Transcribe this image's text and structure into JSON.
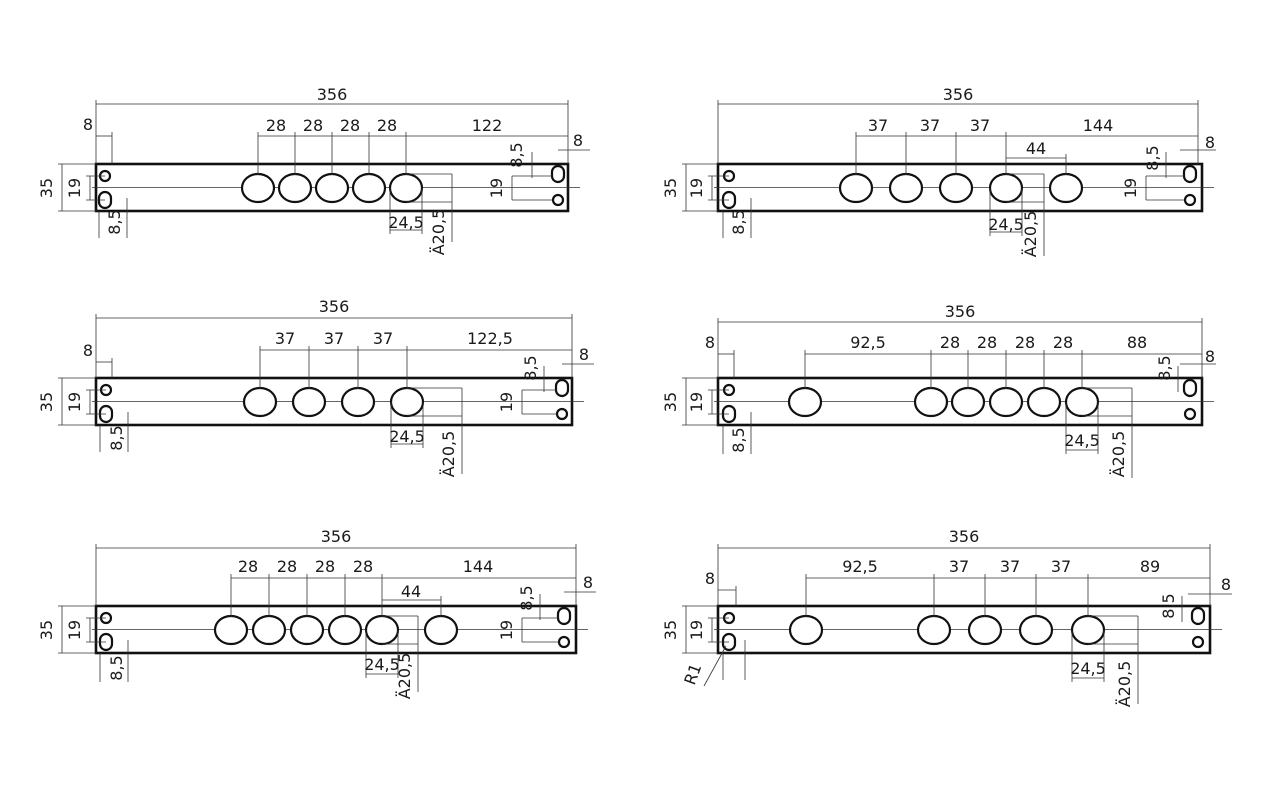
{
  "panels": [
    {
      "id": "p1",
      "overall": "356",
      "left_offset": "8",
      "right_offset": "8",
      "height": "35",
      "slot_spacing_left": "19",
      "slot_spacing_right": "19",
      "bottom_left": "8,5",
      "top_right": "8,5",
      "spacings": [
        "28",
        "28",
        "28",
        "28"
      ],
      "right_run": "122",
      "extra_gap": "",
      "hole_width": "24,5",
      "hole_height": "Ä20,5",
      "radius_note": ""
    },
    {
      "id": "p2",
      "overall": "356",
      "left_offset": "",
      "right_offset": "8",
      "height": "35",
      "slot_spacing_left": "19",
      "slot_spacing_right": "19",
      "bottom_left": "8,5",
      "top_right": "8,5",
      "spacings": [
        "37",
        "37",
        "37"
      ],
      "right_run": "144",
      "extra_gap": "44",
      "hole_width": "24,5",
      "hole_height": "Ä20,5",
      "radius_note": ""
    },
    {
      "id": "p3",
      "overall": "356",
      "left_offset": "8",
      "right_offset": "8",
      "height": "35",
      "slot_spacing_left": "19",
      "slot_spacing_right": "19",
      "bottom_left": "8,5",
      "top_right": "8,5",
      "spacings": [
        "37",
        "37",
        "37"
      ],
      "right_run": "122,5",
      "extra_gap": "",
      "hole_width": "24,5",
      "hole_height": "Ä20,5",
      "radius_note": ""
    },
    {
      "id": "p4",
      "overall": "356",
      "left_offset": "8",
      "right_offset": "8",
      "height": "35",
      "slot_spacing_left": "19",
      "slot_spacing_right": "",
      "bottom_left": "8,5",
      "top_right": "8,5",
      "left_run": "92,5",
      "spacings": [
        "28",
        "28",
        "28",
        "28"
      ],
      "right_run": "88",
      "extra_gap": "",
      "hole_width": "24,5",
      "hole_height": "Ä20,5",
      "radius_note": ""
    },
    {
      "id": "p5",
      "overall": "356",
      "left_offset": "",
      "right_offset": "8",
      "height": "35",
      "slot_spacing_left": "19",
      "slot_spacing_right": "19",
      "bottom_left": "8,5",
      "top_right": "8,5",
      "spacings": [
        "28",
        "28",
        "28",
        "28"
      ],
      "right_run": "144",
      "extra_gap": "44",
      "hole_width": "24,5",
      "hole_height": "Ä20,5",
      "radius_note": ""
    },
    {
      "id": "p6",
      "overall": "356",
      "left_offset": "8",
      "right_offset": "8",
      "height": "35",
      "slot_spacing_left": "19",
      "slot_spacing_right": "",
      "bottom_left": "",
      "top_right": "8,5",
      "left_run": "92,5",
      "spacings": [
        "37",
        "37",
        "37"
      ],
      "right_run": "89",
      "extra_gap": "",
      "hole_width": "24,5",
      "hole_height": "Ä20,5",
      "radius_note": "R1"
    }
  ]
}
